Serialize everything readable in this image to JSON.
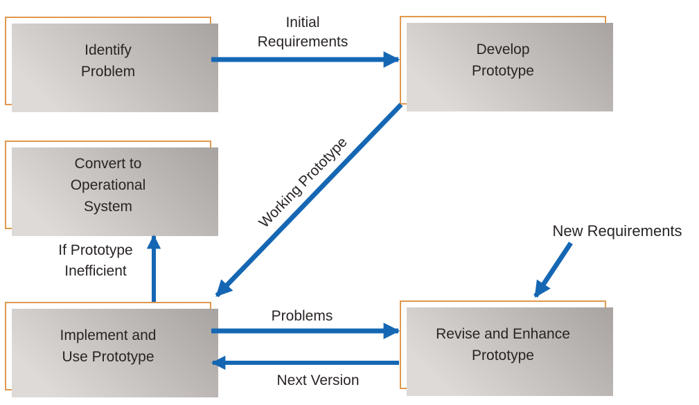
{
  "colors": {
    "background": "#ffffff",
    "box_fill": "#ffffff",
    "box_border": "#e0984c",
    "shadow_dark": "#a8a3a0",
    "shadow_light": "#dedad7",
    "arrow": "#1567b4",
    "text": "#282423"
  },
  "boxes": {
    "identify_problem": {
      "lines": [
        "Identify",
        "Problem"
      ]
    },
    "develop_prototype": {
      "lines": [
        "Develop",
        "Prototype"
      ]
    },
    "convert_to_operational_system": {
      "lines": [
        "Convert to",
        "Operational",
        "System"
      ]
    },
    "implement_and_use_prototype": {
      "lines": [
        "Implement and",
        "Use Prototype"
      ]
    },
    "revise_and_enhance_prototype": {
      "lines": [
        "Revise and Enhance",
        "Prototype"
      ]
    }
  },
  "arrow_labels": {
    "initial_requirements": {
      "lines": [
        "Initial",
        "Requirements"
      ]
    },
    "working_prototype": "Working Prototype",
    "if_prototype_inefficient": {
      "lines": [
        "If Prototype",
        "Inefficient"
      ]
    },
    "problems": "Problems",
    "next_version": "Next Version",
    "new_requirements": "New Requirements"
  },
  "arrows": [
    {
      "name": "initial-requirements",
      "from": "identify_problem",
      "to": "develop_prototype",
      "label": "Initial Requirements"
    },
    {
      "name": "working-prototype",
      "from": "develop_prototype",
      "to": "implement_and_use_prototype",
      "label": "Working Prototype"
    },
    {
      "name": "if-prototype-inefficient",
      "from": "implement_and_use_prototype",
      "to": "convert_to_operational_system",
      "label": "If Prototype Inefficient"
    },
    {
      "name": "problems",
      "from": "implement_and_use_prototype",
      "to": "revise_and_enhance_prototype",
      "label": "Problems"
    },
    {
      "name": "next-version",
      "from": "revise_and_enhance_prototype",
      "to": "implement_and_use_prototype",
      "label": "Next Version"
    },
    {
      "name": "new-requirements",
      "from": "external",
      "to": "revise_and_enhance_prototype",
      "label": "New Requirements"
    }
  ]
}
